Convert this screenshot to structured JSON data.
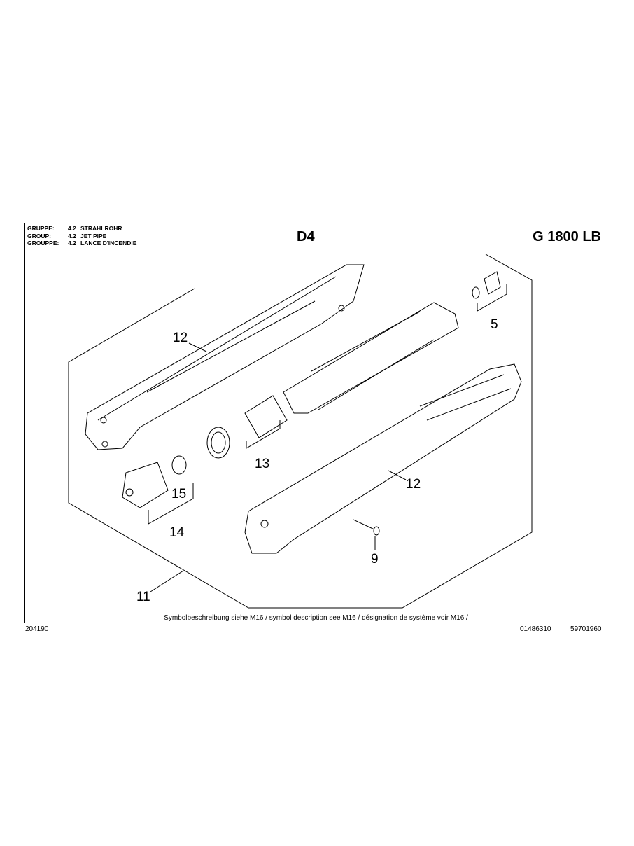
{
  "header": {
    "groups": [
      {
        "key": "GRUPPE:",
        "num": "4.2",
        "name": "STRAHLROHR"
      },
      {
        "key": "GROUP:",
        "num": "4.2",
        "name": "JET PIPE"
      },
      {
        "key": "GROUPPE:",
        "num": "4.2",
        "name": "LANCE D'INCENDIE"
      }
    ],
    "code": "D4",
    "model": "G 1800 LB"
  },
  "callouts": [
    "12",
    "5",
    "13",
    "12",
    "15",
    "14",
    "9",
    "11"
  ],
  "footer": {
    "note": "Symbolbeschreibung siehe M16 / symbol description see M16 / désignation de système voir M16 /",
    "left_number": "204190",
    "right_number_1": "01486310",
    "right_number_2": "59701960"
  }
}
